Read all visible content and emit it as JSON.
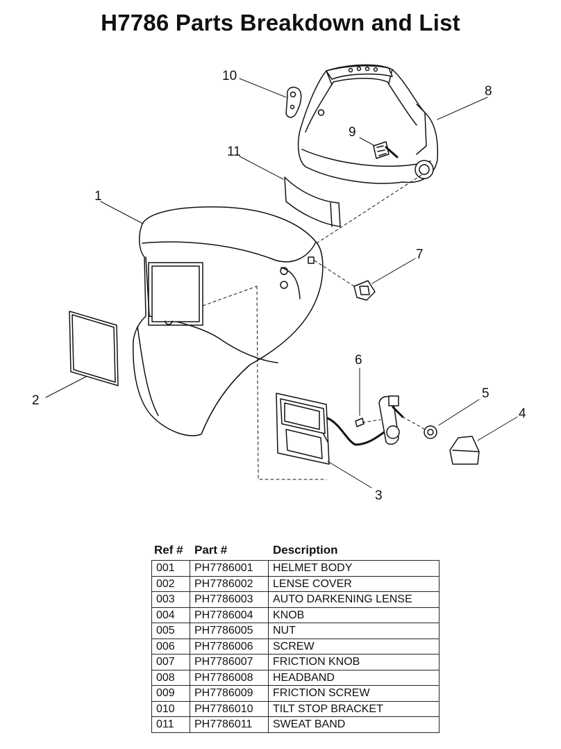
{
  "title": "H7786 Parts Breakdown and List",
  "callouts": [
    "1",
    "2",
    "3",
    "4",
    "5",
    "6",
    "7",
    "8",
    "9",
    "10",
    "11"
  ],
  "parts_table": {
    "headers": {
      "ref": "Ref #",
      "part": "Part #",
      "description": "Description"
    },
    "rows": [
      {
        "ref": "001",
        "part": "PH7786001",
        "description": "HELMET BODY"
      },
      {
        "ref": "002",
        "part": "PH7786002",
        "description": "LENSE COVER"
      },
      {
        "ref": "003",
        "part": "PH7786003",
        "description": "AUTO DARKENING LENSE"
      },
      {
        "ref": "004",
        "part": "PH7786004",
        "description": "KNOB"
      },
      {
        "ref": "005",
        "part": "PH7786005",
        "description": "NUT"
      },
      {
        "ref": "006",
        "part": "PH7786006",
        "description": "SCREW"
      },
      {
        "ref": "007",
        "part": "PH7786007",
        "description": "FRICTION KNOB"
      },
      {
        "ref": "008",
        "part": "PH7786008",
        "description": "HEADBAND"
      },
      {
        "ref": "009",
        "part": "PH7786009",
        "description": "FRICTION SCREW"
      },
      {
        "ref": "010",
        "part": "PH7786010",
        "description": "TILT STOP BRACKET"
      },
      {
        "ref": "011",
        "part": "PH7786011",
        "description": "SWEAT BAND"
      }
    ]
  }
}
